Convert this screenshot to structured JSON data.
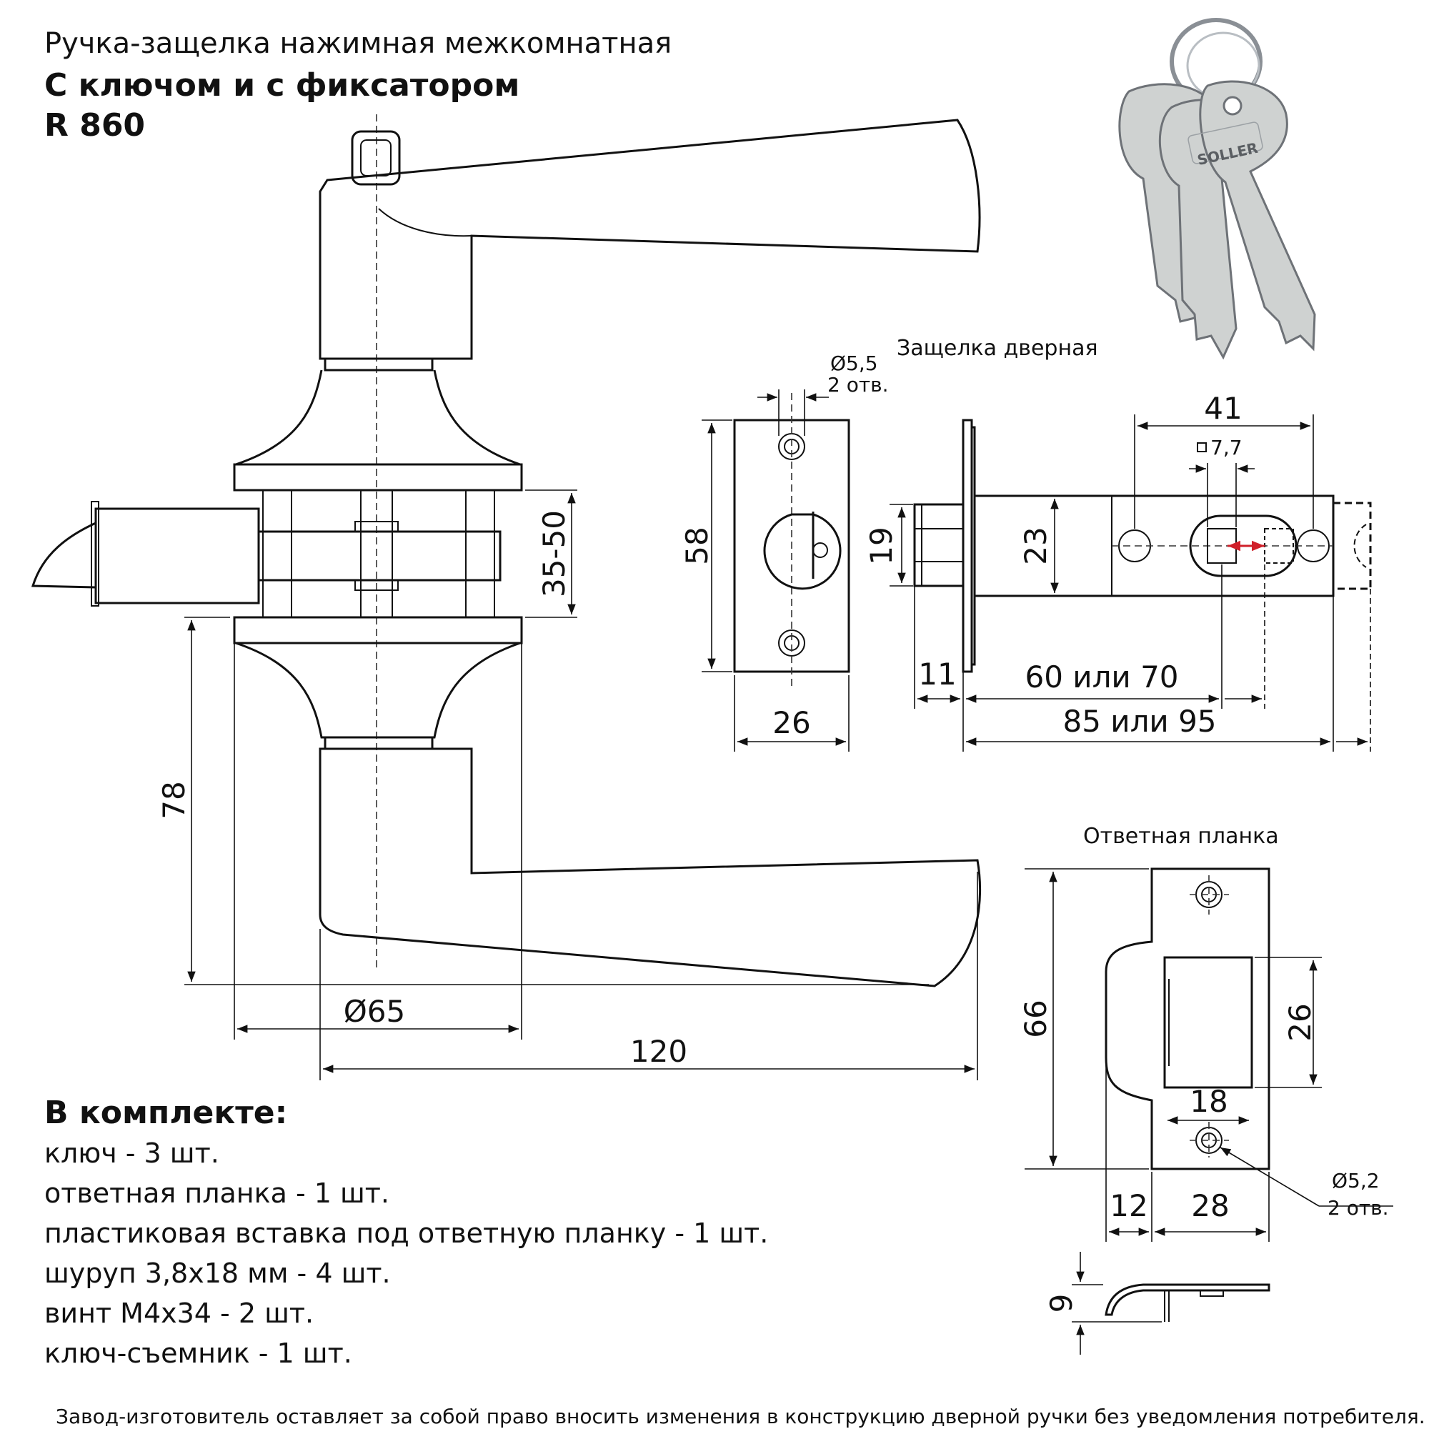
{
  "header": {
    "line1": "Ручка-защелка нажимная межкомнатная",
    "line2": "С ключом и с фиксатором",
    "line3": "R 860"
  },
  "sections": {
    "latch": "Защелка дверная",
    "strike": "Ответная планка"
  },
  "dimensions": {
    "d35_50": "35-50",
    "d78": "78",
    "d65": "Ø65",
    "d120": "120",
    "d58": "58",
    "d26_plate": "26",
    "hole55_a": "Ø5,5",
    "hole55_b": "2 отв.",
    "d19": "19",
    "d23": "23",
    "d11": "11",
    "d41": "41",
    "sq77": "7,7",
    "d60_70": "60 или 70",
    "d85_95": "85 или 95",
    "d66": "66",
    "d26_strike": "26",
    "d18": "18",
    "d12": "12",
    "d28": "28",
    "hole52_a": "Ø5,2",
    "hole52_b": "2 отв.",
    "d9": "9"
  },
  "kit": {
    "heading": "В комплекте:",
    "items": [
      "ключ - 3 шт.",
      "ответная планка - 1 шт.",
      "пластиковая вставка под ответную планку - 1 шт.",
      "шуруп 3,8х18 мм - 4 шт.",
      "винт М4х34 - 2 шт.",
      "ключ-съемник - 1 шт."
    ]
  },
  "keys_brand": "SOLLER",
  "footer": "Завод-изготовитель оставляет за собой право вносить изменения в конструкцию дверной ручки без уведомления потребителя."
}
